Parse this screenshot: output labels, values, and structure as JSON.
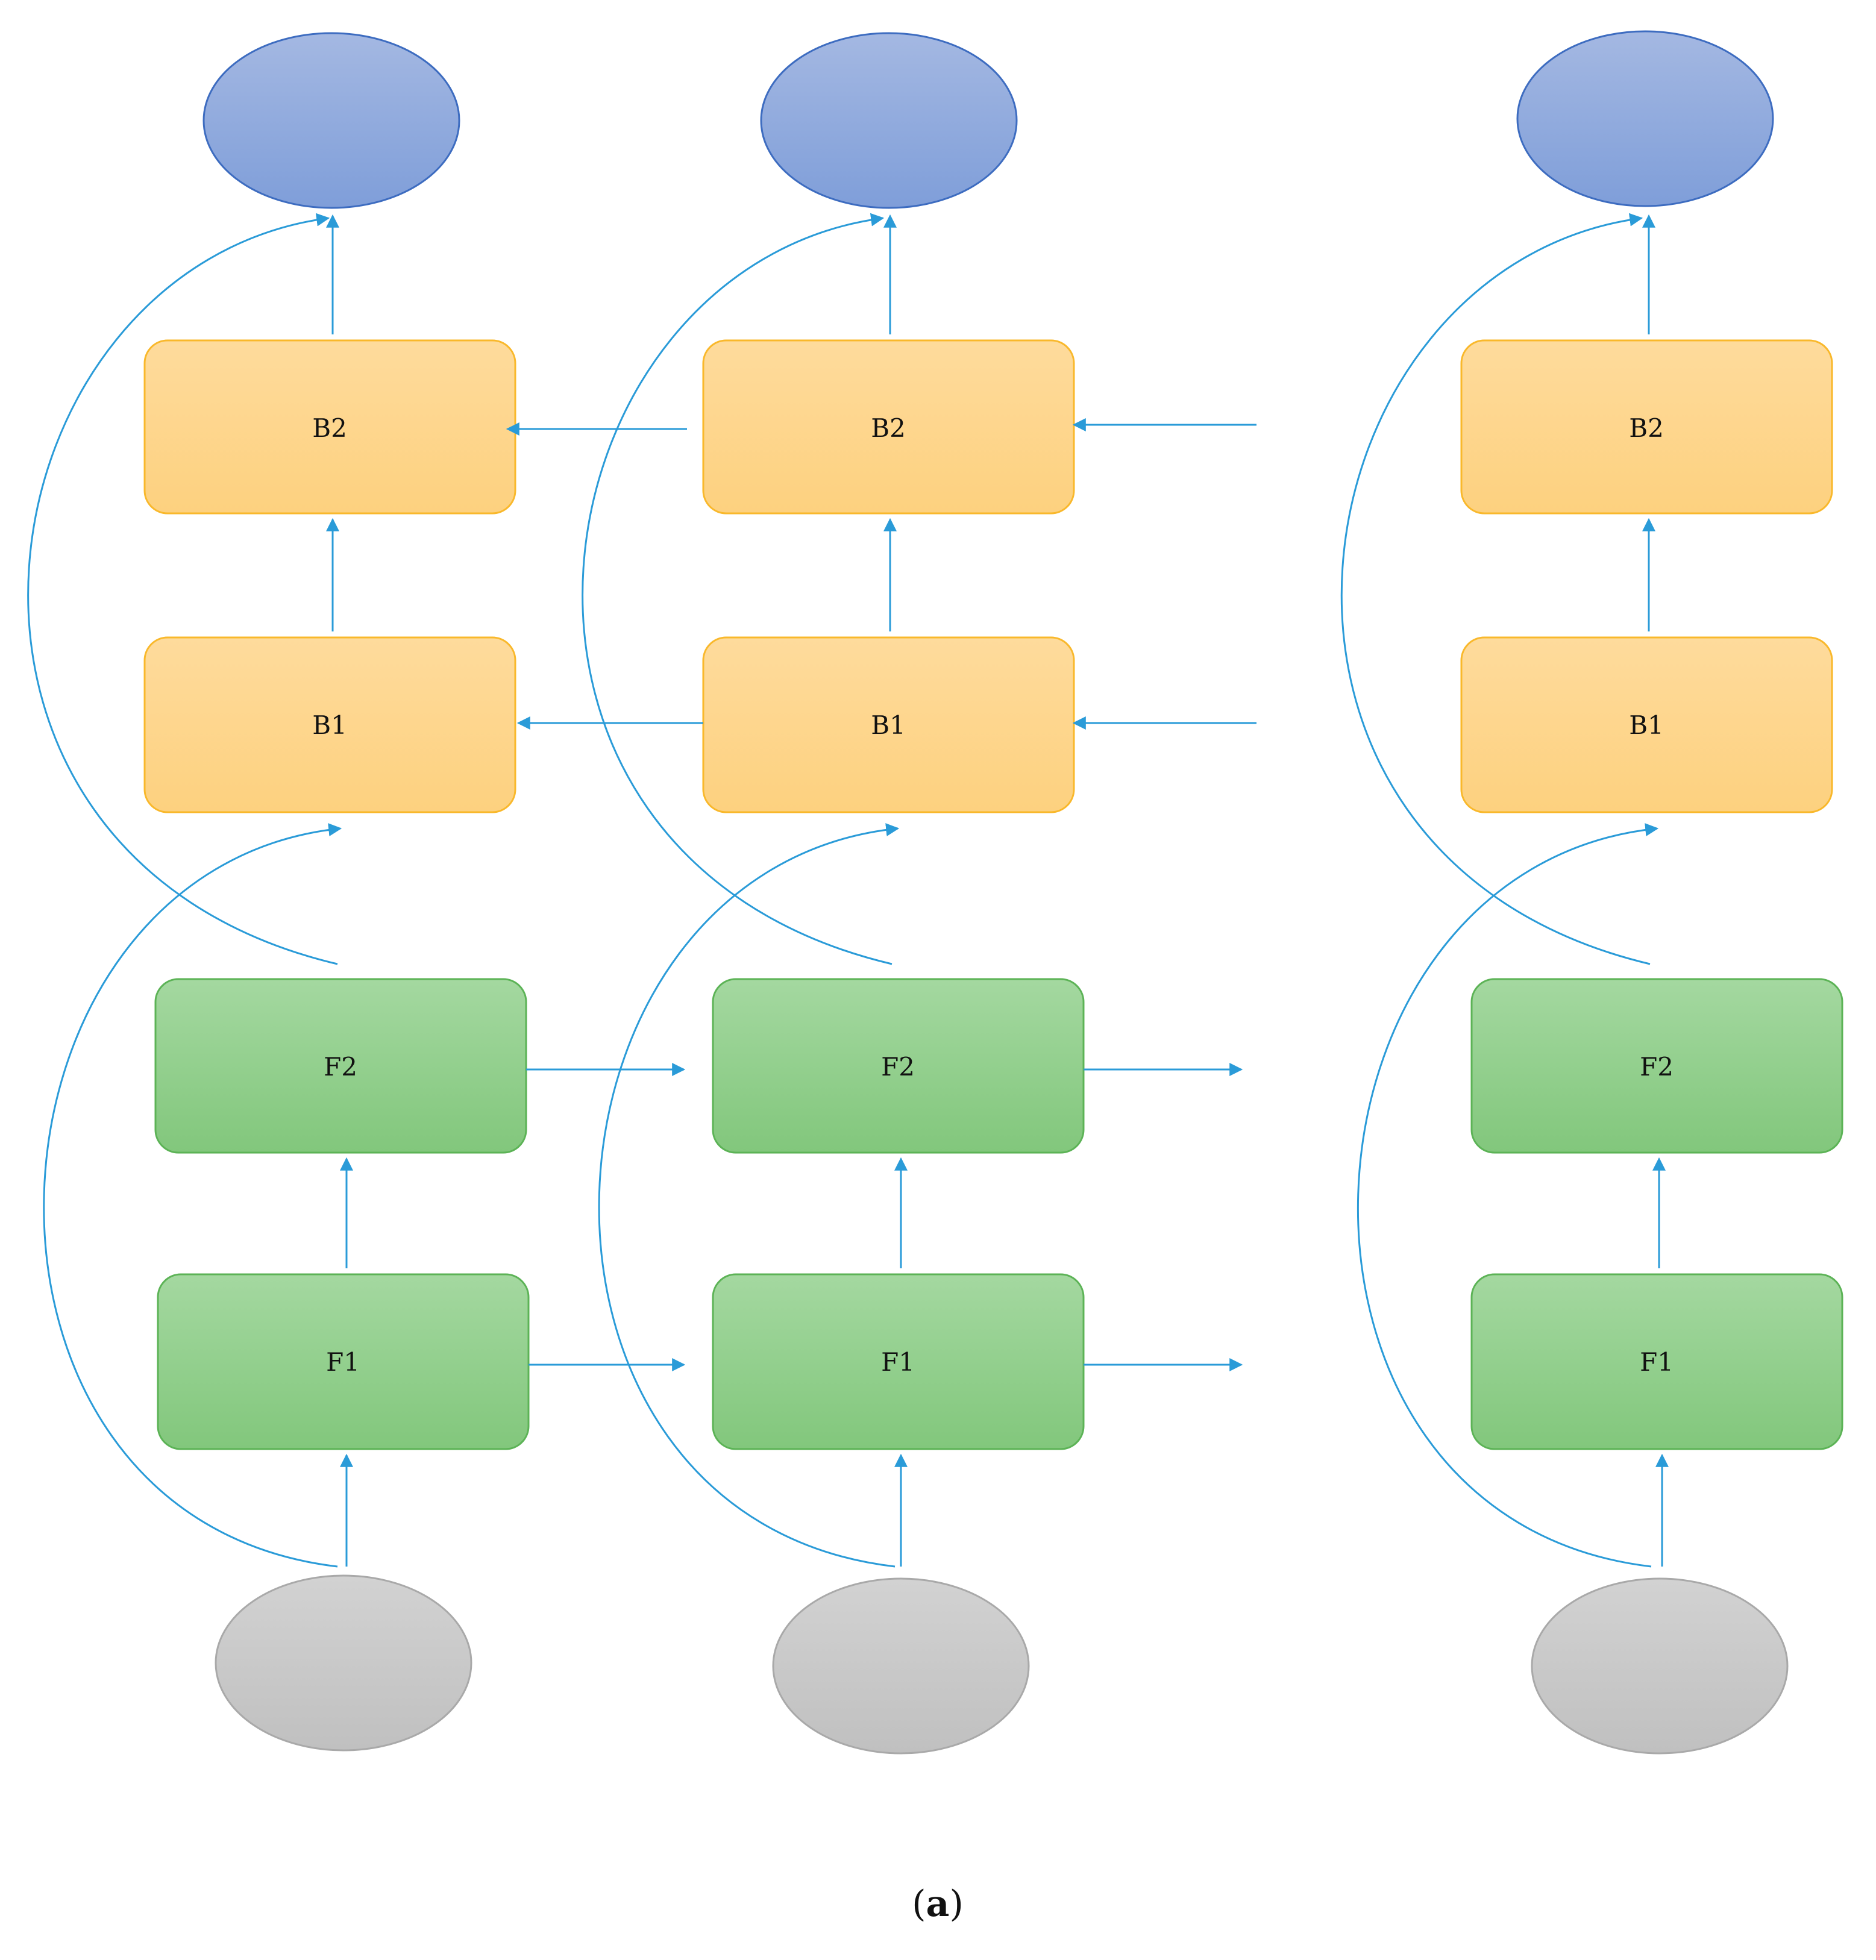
{
  "columns": [
    {
      "blocks": {
        "B2": "B2",
        "B1": "B1",
        "F2": "F2",
        "F1": "F1"
      }
    },
    {
      "blocks": {
        "B2": "B2",
        "B1": "B1",
        "F2": "F2",
        "F1": "F1"
      }
    },
    {
      "blocks": {
        "B2": "B2",
        "B1": "B1",
        "F2": "F2",
        "F1": "F1"
      }
    }
  ],
  "caption": {
    "open": "(",
    "letter": "a",
    "close": ")"
  },
  "colors": {
    "arrow": "#2a9bd8",
    "output_node": "#8aa6dc",
    "backward_block": "#fdd58a",
    "forward_block": "#92cc8c",
    "input_node": "#c8c8c8"
  }
}
